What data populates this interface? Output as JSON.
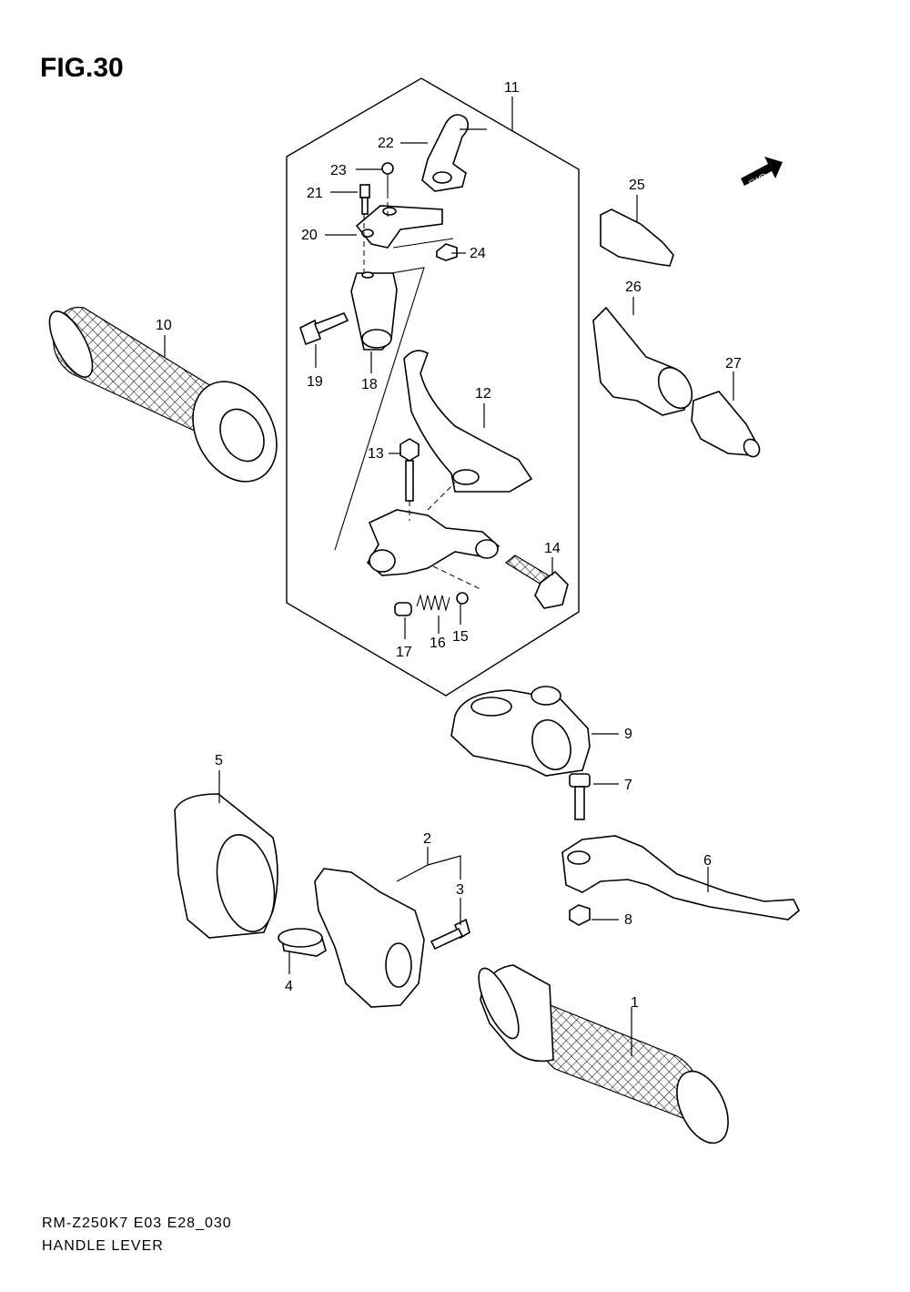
{
  "header": {
    "figure_title": "FIG.30"
  },
  "fwd_badge": {
    "label": "FWD"
  },
  "footer": {
    "model_code": "RM-Z250K7 E03 E28_030",
    "section_name": "HANDLE LEVER"
  },
  "callouts": [
    {
      "id": "1",
      "label": "1"
    },
    {
      "id": "2",
      "label": "2"
    },
    {
      "id": "3",
      "label": "3"
    },
    {
      "id": "4",
      "label": "4"
    },
    {
      "id": "5",
      "label": "5"
    },
    {
      "id": "6",
      "label": "6"
    },
    {
      "id": "7",
      "label": "7"
    },
    {
      "id": "8",
      "label": "8"
    },
    {
      "id": "9",
      "label": "9"
    },
    {
      "id": "10",
      "label": "10"
    },
    {
      "id": "11",
      "label": "11"
    },
    {
      "id": "12",
      "label": "12"
    },
    {
      "id": "13",
      "label": "13"
    },
    {
      "id": "14",
      "label": "14"
    },
    {
      "id": "15",
      "label": "15"
    },
    {
      "id": "16",
      "label": "16"
    },
    {
      "id": "17",
      "label": "17"
    },
    {
      "id": "18",
      "label": "18"
    },
    {
      "id": "19",
      "label": "19"
    },
    {
      "id": "20",
      "label": "20"
    },
    {
      "id": "21",
      "label": "21"
    },
    {
      "id": "22",
      "label": "22"
    },
    {
      "id": "23",
      "label": "23"
    },
    {
      "id": "24",
      "label": "24"
    },
    {
      "id": "25",
      "label": "25"
    },
    {
      "id": "26",
      "label": "26"
    },
    {
      "id": "27",
      "label": "27"
    }
  ]
}
